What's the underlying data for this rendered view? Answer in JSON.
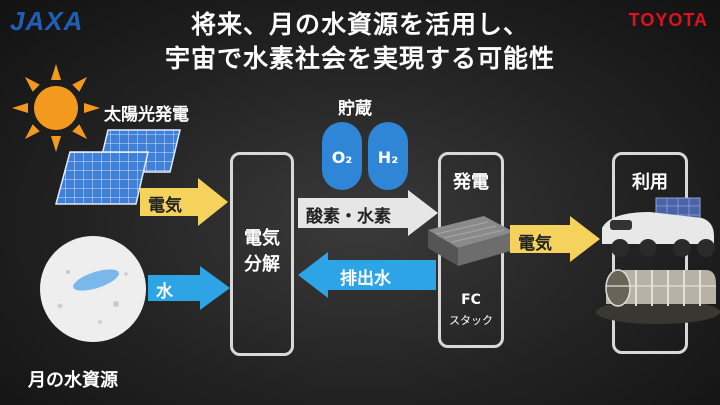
{
  "logos": {
    "left": "JAXA",
    "right": "TOYOTA"
  },
  "title": {
    "line1": "将来、月の水資源を活用し、",
    "line2": "宇宙で水素社会を実現する可能性"
  },
  "sources": {
    "solar": "太陽光発電",
    "moon_water": "月の水資源"
  },
  "arrows": {
    "electricity_in": "電気",
    "water_in": "水",
    "gases": "酸素・水素",
    "exhaust_water": "排出水",
    "electricity_out": "電気"
  },
  "electrolysis": {
    "line1": "電気",
    "line2": "分解"
  },
  "storage": {
    "label": "貯蔵",
    "tank1": "O₂",
    "tank2": "H₂"
  },
  "generation": {
    "label": "発電",
    "fc_line1": "FC",
    "fc_line2": "スタック"
  },
  "usage": {
    "label": "利用"
  },
  "colors": {
    "yellow": "#f4d25b",
    "blue": "#2ca4e6",
    "sun": "#f39a1e",
    "jaxa": "#1f5fb8",
    "toyota": "#e0101e"
  }
}
